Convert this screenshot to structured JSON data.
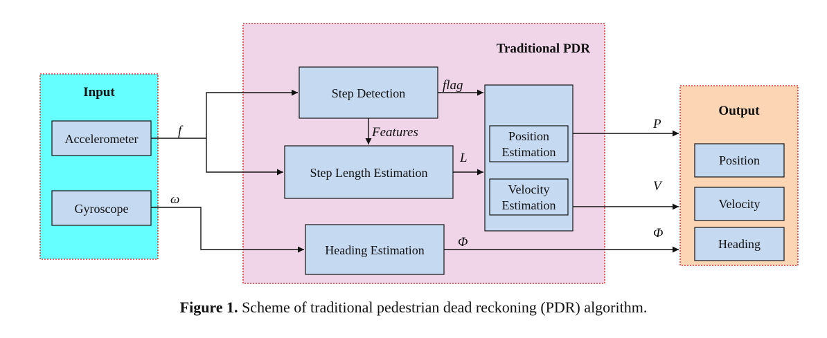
{
  "groups": {
    "input": {
      "title": "Input",
      "fill": "#66ffff"
    },
    "traditional": {
      "title": "Traditional PDR",
      "fill": "#f0d4e8"
    },
    "output": {
      "title": "Output",
      "fill": "#fcd5b5"
    }
  },
  "blocks": {
    "accelerometer": "Accelerometer",
    "gyroscope": "Gyroscope",
    "step_detection": "Step Detection",
    "step_length": "Step Length Estimation",
    "heading_estimation": "Heading Estimation",
    "position_estimation": [
      "Position",
      "Estimation"
    ],
    "velocity_estimation": [
      "Velocity",
      "Estimation"
    ],
    "out_position": "Position",
    "out_velocity": "Velocity",
    "out_heading": "Heading"
  },
  "signals": {
    "f": "f",
    "omega": "ω",
    "flag": "flag",
    "features": "Features",
    "L": "L",
    "phi_heading": "Φ",
    "P": "P",
    "V": "V",
    "phi_out": "Φ"
  },
  "colors": {
    "block_fill": "#c5d9f1",
    "stroke": "#222222",
    "dotted_border": "#e03030"
  },
  "caption": {
    "label": "Figure 1.",
    "text": " Scheme of traditional pedestrian dead reckoning (PDR) algorithm."
  }
}
